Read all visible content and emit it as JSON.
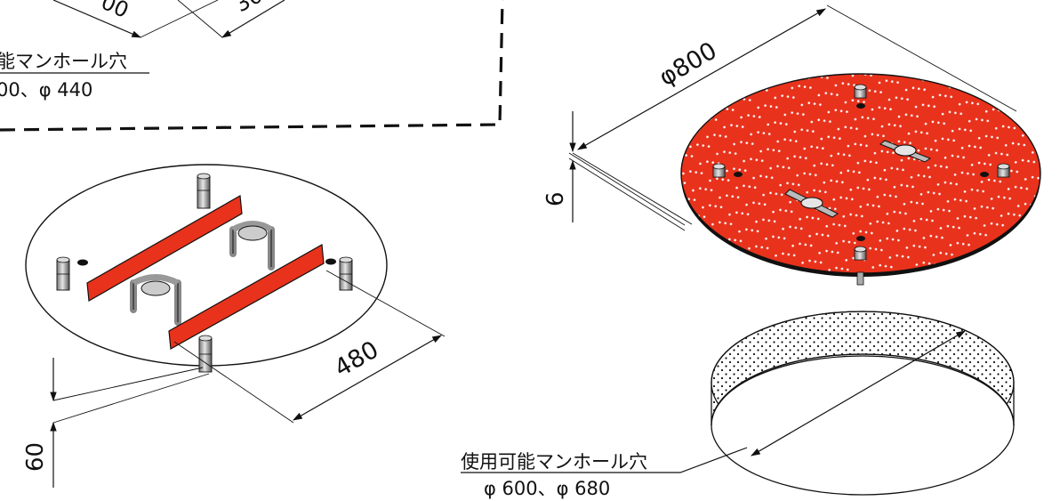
{
  "top_left_note": {
    "partial_dim_left": "00",
    "partial_dim_right": "30",
    "usable_hole_label": "能マンホール穴",
    "usable_hole_sizes": "00、φ 440"
  },
  "left_figure": {
    "width_dim": "480",
    "height_dim": "60"
  },
  "right_figure": {
    "diameter_dim": "φ800",
    "thickness_dim": "6"
  },
  "bottom_note": {
    "usable_hole_label": "使用可能マンホール穴",
    "usable_hole_sizes": "φ 600、φ 680"
  },
  "colors": {
    "plate_red": "#e8321c",
    "line": "#111111",
    "pin_gray": "#b5b5b5"
  },
  "icons": {
    "pin": "cylinder-pin-icon",
    "handle": "handle-bar-icon"
  }
}
